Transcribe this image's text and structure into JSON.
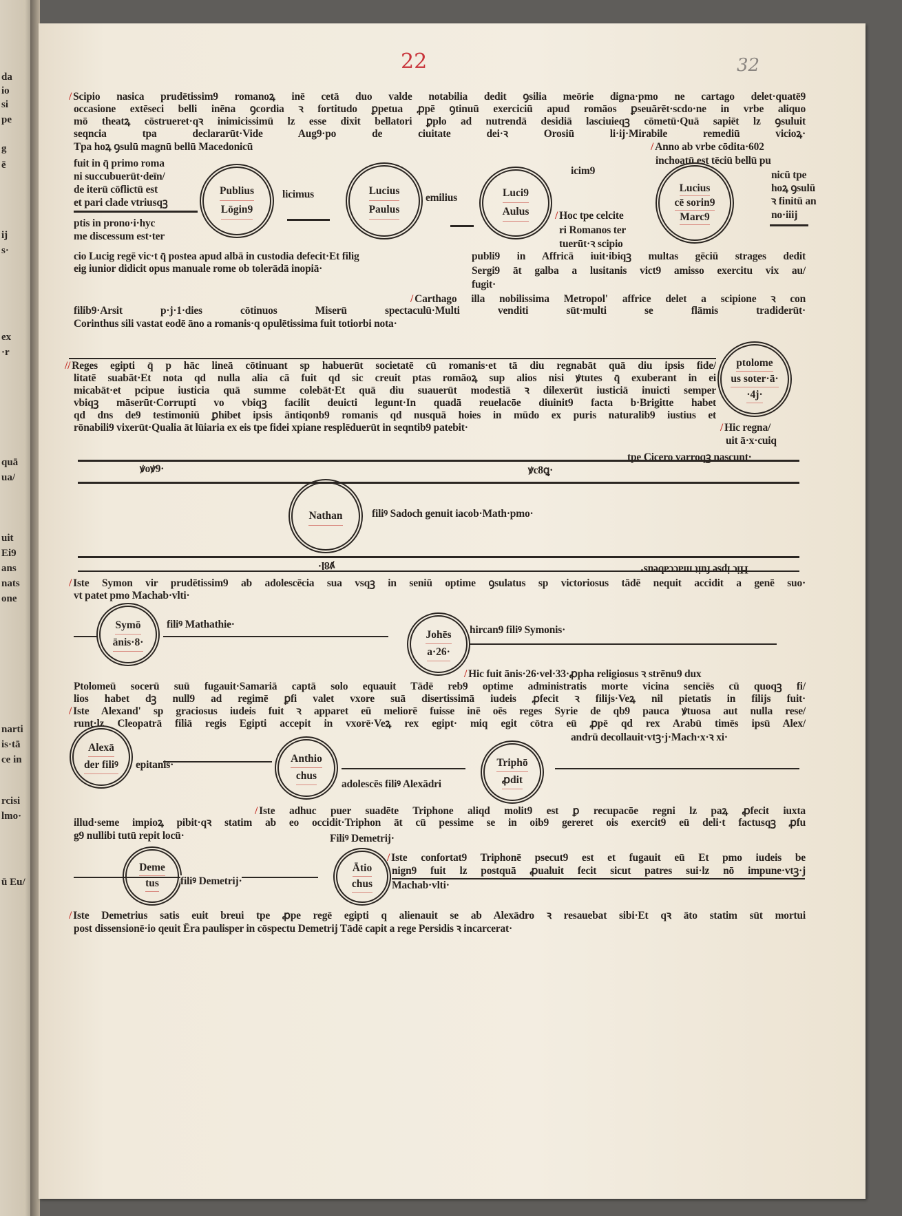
{
  "facing_page": [
    "da",
    "io",
    "si",
    "pe",
    "g",
    "ē",
    "ij",
    "s·",
    "ex",
    "·r",
    "quā",
    "ua/",
    "uit",
    "Ei9",
    "ans",
    "nats",
    "one",
    "narti",
    "is·tā",
    "ce in",
    "rcisi",
    "lmo·",
    "ū Eu/"
  ],
  "page_number": "22",
  "folio_number": "32",
  "sec1": {
    "lines": [
      "Scipio nasica prudētissim9 romanoꝝ inē cetā duo valde notabilia dedit ꝯsilia meōrie digna·pmo ne cartago delet·quatē9",
      "occasione extēseci belli inēna ꝯcordia ꝛ fortitudo ꝑpetua ꝓpē ꝯtinuū exerciciū apud romāos ꝑseuārēt·scdo·ne in vrbe aliquo",
      "mō theatꝝ cōstrueret·qꝛ inimicissimū lz esse dixit bellatori ꝑplo ad nutrendā desidiā lasciuieqꝫ cōmetū·Quā sapiēt lz ꝯsuluit",
      "seqncia tpa declararūt·Vide Aug9·po de ciuitate dei·ꝛ Orosiū li·ij·Mirabile remediū vicioꝝ·",
      "Tpa hoꝝ ꝯsulū magnū bellū Macedonicū"
    ],
    "left_col": [
      "fuit in q̄ primo roma",
      "ni succubuerūt·deīn/",
      "de iterū cōflictū est",
      "et pari clade vtriusqꝫ",
      "ptis in prono·i·hyc",
      "me discessum est·ter"
    ],
    "right_col": [
      "Anno ab vrbe cōdita·602",
      "inchoatū est tēciū bellū pu",
      "nicū tpe",
      "hoꝝ ꝯsulū",
      "ꝛ finitū an",
      "no·iiij"
    ],
    "circles": [
      {
        "top": "Publius",
        "bottom": "Lōgin9"
      },
      {
        "top": "Lucius",
        "bottom": "Paulus"
      },
      {
        "top": "Luci9",
        "bottom": "Aulus"
      },
      {
        "top": "Lucius",
        "middle": "cē sorin9",
        "bottom": "Marc9"
      }
    ],
    "labels": {
      "licimus": "licimus",
      "emilius": "emilius",
      "icimus": "icim9"
    },
    "hoc": [
      "Hoc tpe celcite",
      "ri Romanos ter",
      "tuerūt·ꝛ scipio"
    ],
    "after": [
      "cio Lucig regē vic·t q̄ postea apud albā in custodia defecit·Et filig",
      "eig iunior didicit opus manuale rome ob tolerādā inopiā·"
    ],
    "after_right": [
      "publi9 in Affricā iuit·ibiqꝫ multas gēciū strages dedit",
      "Sergi9 āt galba a lusitanis vict9 amisso exercitu vix au/",
      "fugit·"
    ],
    "carthago": [
      "Carthago illa nobilissima Metropol' affrice delet a scipione ꝛ con",
      "filib9·Arsit p·j·1·dies cōtinuos Miserū spectaculū·Multi venditi sūt·multi se flāmis tradiderūt·",
      "Corinthus sili vastat eodē āno a romanis·q opulētissima fuit totiorbi nota·"
    ]
  },
  "sec2": {
    "lines": [
      "Reges egipti q̄ p hāc lineā cōtinuant sp habuerūt societatē cū romanis·et tā diu regnabāt quā diu ipsis fide/",
      "litatē suabāt·Et nota qd nulla alia cā fuit qd sic creuit ptas romāoꝝ sup alios nisi ꝟtutes q̄ exuberant in ei",
      "micabāt·et pcipue iusticia quā summe colebāt·Et quā diu suauerūt modestiā ꝛ dilexerūt iusticiā inuicti semper",
      "vbiqꝫ māserūt·Corrupti vo vbiqꝫ facilit deuicti legunt·In quadā reuelacōe diuinit9 facta b·Brigitte habet",
      "qd dns de9 testimoniū ꝑhibet ipsis āntiqonb9 romanis qd nusquā hoies in mūdo ex puris naturalib9 iustius et",
      "rōnabili9 vixerūt·Qualia āt lūiaria ex eis tpe fidei xpiane resplēduerūt in seqntib9 patebit·"
    ],
    "circle": {
      "top": "ptolome",
      "middle": "us soter·ā·",
      "bottom": "·4j·"
    },
    "hic": [
      "Hic regna/",
      "uit ā·x·cuiq",
      "tpe Cicero varroqꝫ nascunt·"
    ],
    "years": [
      "ꝟoꝟ9·",
      "ꝟc8ꝗ·"
    ]
  },
  "sec3": {
    "nathan": "Nathan",
    "nathan_text": "filiꝰ Sadoch genuit iacob·Math·pmo·",
    "year": "ꝟ8l·",
    "upside_down": "Hic ipse fuit maccabeus·",
    "symon": [
      "Iste Symon vir prudētissim9 ab adolescēcia sua vsqꝫ in seniū optime ꝯsulatus sp victoriosus tādē nequit accidit a genē suo·",
      "vt patet pmo Machab·vlti·"
    ],
    "circle_symon": {
      "top": "Symō",
      "bottom": "ānis·8·"
    },
    "symon_label": "filiꝰ Mathathie·",
    "circle_johes": {
      "top": "Johēs",
      "bottom": "a·26·"
    },
    "johes_label": "hircan9 filiꝰ Symonis·",
    "hic": "Hic fuit ānis·26·vel·33·ꝓpha religiosus ꝛ strēnu9 dux",
    "lines": [
      "Ptolomeū socerū suū fugauit·Samariā captā solo equauit Tādē reb9 optime administratis morte vicina senciēs cū quoqꝫ fi/",
      "lios habet dꝫ null9 ad regimē ꝑfi valet vxore suā disertissimā iudeis ꝓfecit ꝛ filijs·Veꝝ nil pietatis in filijs fuit·",
      "Iste Alexand' sp graciosus iudeis fuit ꝛ apparet eū meliorē fuisse inē oēs reges Syrie de qb9 pauca ꝟtuosa aut nulla rese/",
      "runt·lz Cleopatrā filiā regis Egipti accepit in vxorē·Veꝝ rex egipt· miq egit cōtra eū ꝓpē qd rex Arabū timēs ipsū Alex/"
    ],
    "andrum": "andrū decollauit·vtꝫ·j·Mach·x·ꝛ xi·",
    "circle_alex": {
      "top": "Alexā",
      "bottom": "der filiꝰ"
    },
    "alex_label": "epitanis·",
    "circle_anth": {
      "top": "Anthio",
      "bottom": "chus"
    },
    "anth_label": "adolescēs filiꝰ Alexādri",
    "circle_tripho": {
      "top": "Triphō",
      "bottom": "ꝓdit"
    },
    "puer": [
      "Iste adhuc puer suadēte Triphone aliqd molit9 est ꝑ recupacōe regni lz paꝝ ꝓfecit iuxta",
      "illud·seme impioꝝ pibit·qꝛ statim ab eo occidit·Triphon āt cū pessime se in oib9 gereret ois exercit9 eū deli·t factusqꝫ ꝓfu",
      "g9 nullibi tutū repit locū·"
    ],
    "filius_demetrij": "Filiꝰ Demetrij·",
    "circle_deme": {
      "top": "Deme",
      "bottom": "tus"
    },
    "deme_label": "filiꝰ Demetrij·",
    "circle_atio": {
      "top": "Ātio",
      "bottom": "chus"
    },
    "confort": [
      "Iste confortat9 Triphonē psecut9 est et fugauit eū Et pmo iudeis be",
      "nign9 fuit lz postquā ꝓualuit fecit sicut patres sui·lz nō impune·vtꝫ·j",
      "Machab·vlti·"
    ],
    "demetrius": [
      "Iste Demetrius satis euit breui tpe ꝓpe regē egipti q alienauit se ab Alexādro ꝛ resauebat sibi·Et qꝛ āto statim sūt mortui",
      "post dissensionē·io qeuit Ēra paulisper in cōspectu Demetrij Tādē capit a rege Persidis ꝛ incarcerat·"
    ]
  },
  "colors": {
    "rubric": "#c4332b",
    "ink": "#29231f",
    "paper": "#f1eadc"
  }
}
